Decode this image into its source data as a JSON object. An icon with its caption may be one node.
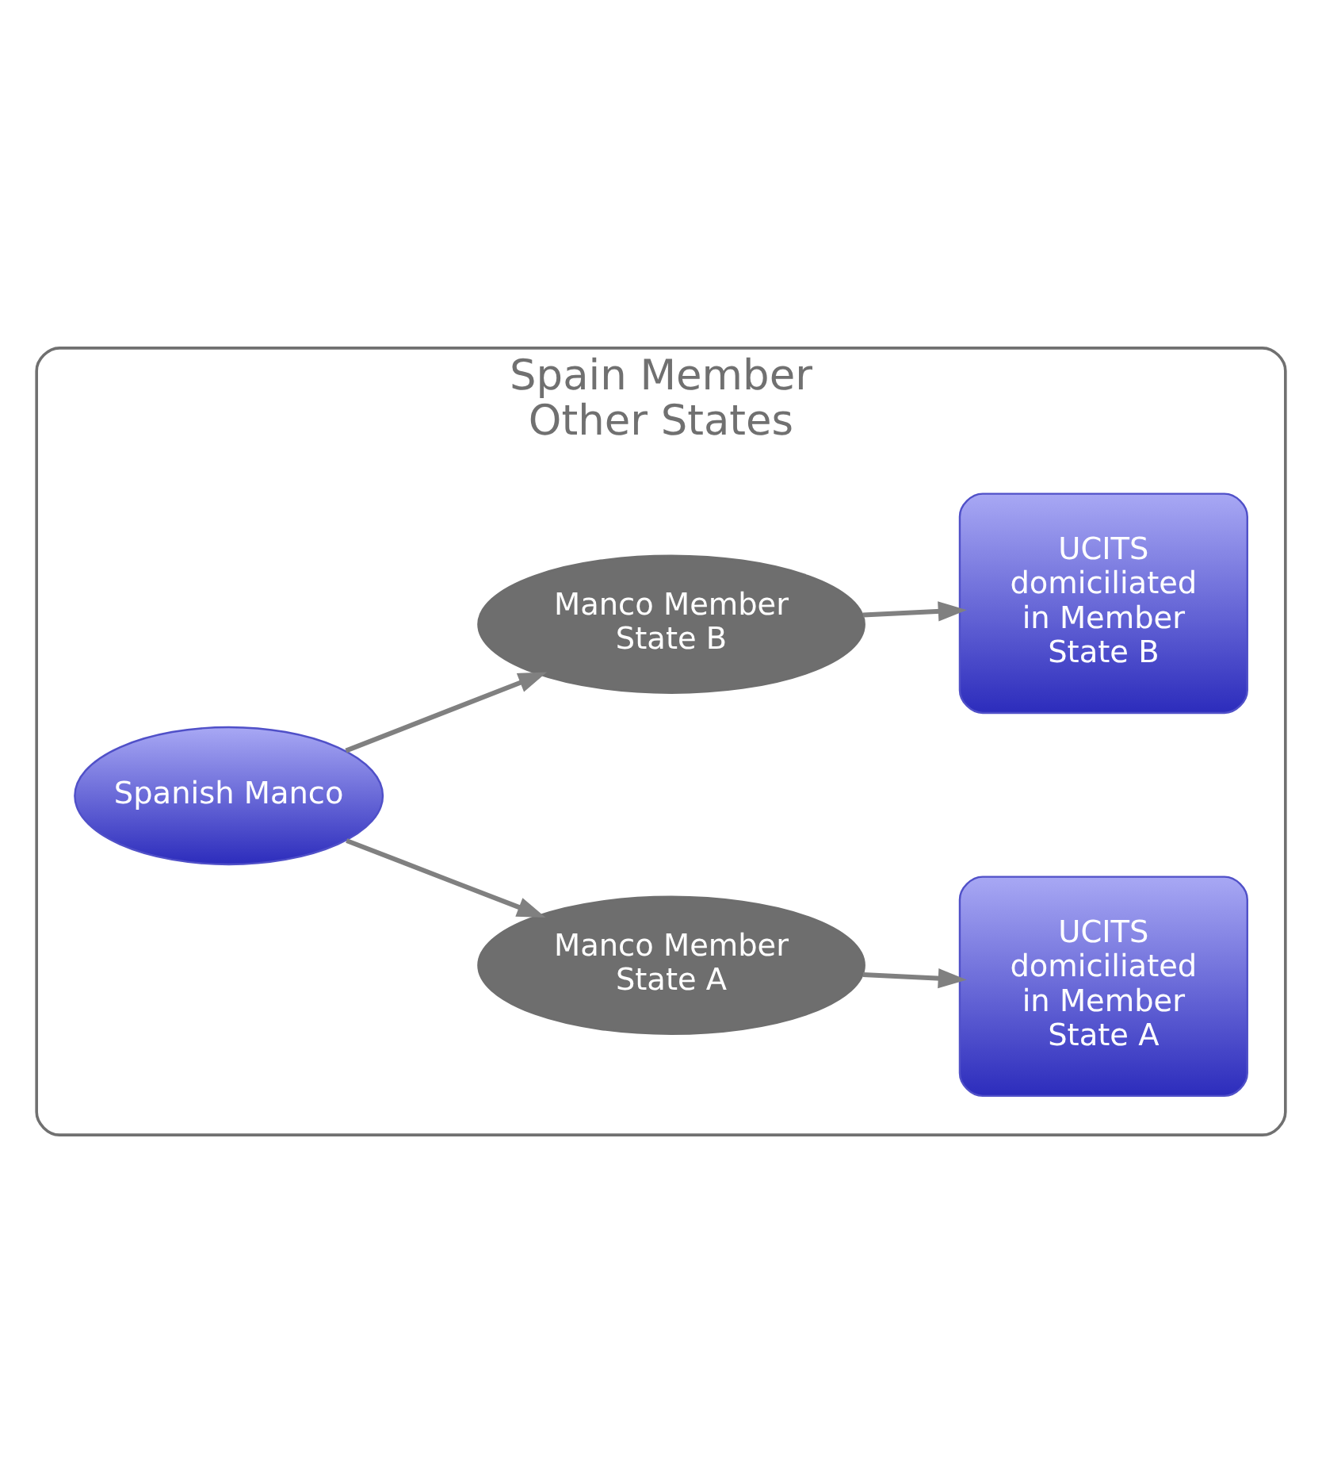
{
  "diagram": {
    "nodes": [
      {
        "text": [
          "Spain Member",
          "Other States"
        ]
      },
      {
        "text": [
          "Spanish Manco"
        ],
        "in": 0
      },
      {
        "text": [
          "Manco Member State A"
        ],
        "in": 0
      },
      {
        "text": [
          "Manco Member State B"
        ],
        "in": 0
      },
      {
        "text": [
          "UCITS domiciliated in Member State A"
        ],
        "in": 0
      },
      {
        "text": [
          "UCITS domiciliated in Member State B"
        ],
        "in": 0
      }
    ],
    "edges": [
      {
        "from": 1,
        "to": 2,
        "arrow": "to"
      },
      {
        "from": 1,
        "to": 3,
        "arrow": "to"
      },
      {
        "from": 2,
        "to": 4,
        "arrow": "to"
      },
      {
        "from": 3,
        "to": 5,
        "arrow": "to"
      }
    ]
  }
}
